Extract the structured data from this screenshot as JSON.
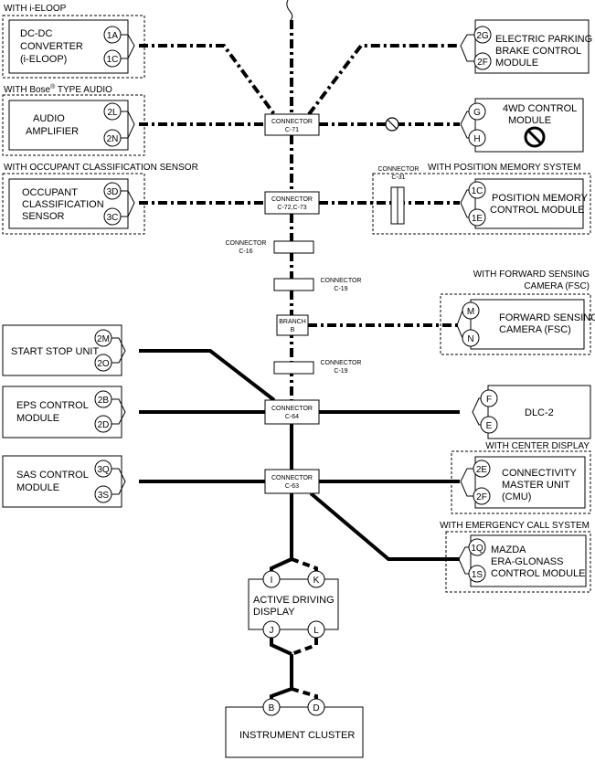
{
  "groups": {
    "ieloop": "WITH i-ELOOP",
    "bose_pre": "WITH Bose",
    "bose_sup": "®",
    "bose_post": " TYPE AUDIO",
    "ocs": "WITH OCCUPANT CLASSIFICATION SENSOR",
    "posmem": "WITH POSITION MEMORY SYSTEM",
    "fsc_1": "WITH FORWARD SENSING",
    "fsc_2": "CAMERA (FSC)",
    "center": "WITH CENTER DISPLAY",
    "era": "WITH EMERGENCY CALL SYSTEM"
  },
  "modules": {
    "dcdc": [
      "DC-DC",
      "CONVERTER",
      "(i-ELOOP)"
    ],
    "epb": [
      "ELECTRIC PARKING",
      "BRAKE CONTROL",
      "MODULE"
    ],
    "audio": [
      "AUDIO",
      "AMPLIFIER"
    ],
    "awd": [
      "4WD CONTROL",
      "MODULE"
    ],
    "ocs": [
      "OCCUPANT",
      "CLASSIFICATION",
      "SENSOR"
    ],
    "pmcm": [
      "POSITION MEMORY",
      "CONTROL MODULE"
    ],
    "fsc": [
      "FORWARD SENSING",
      "CAMERA (FSC)"
    ],
    "ssu": [
      "START STOP UNIT"
    ],
    "eps": [
      "EPS CONTROL",
      "MODULE"
    ],
    "dlc": [
      "DLC-2"
    ],
    "sas": [
      "SAS CONTROL",
      "MODULE"
    ],
    "cmu": [
      "CONNECTIVITY",
      "MASTER UNIT",
      "(CMU)"
    ],
    "era": [
      "MAZDA",
      "ERA-GLONASS",
      "CONTROL MODULE"
    ],
    "add": [
      "ACTIVE DRIVING",
      "DISPLAY"
    ],
    "ic": [
      "INSTRUMENT CLUSTER"
    ]
  },
  "pins": {
    "dcdc_a": "1A",
    "dcdc_b": "1C",
    "epb_a": "2G",
    "epb_b": "2F",
    "audio_a": "2L",
    "audio_b": "2N",
    "awd_a": "G",
    "awd_b": "H",
    "ocs_a": "3D",
    "ocs_b": "3C",
    "pmcm_a": "1C",
    "pmcm_b": "1E",
    "fsc_a": "M",
    "fsc_b": "N",
    "ssu_a": "2M",
    "ssu_b": "2O",
    "eps_a": "2B",
    "eps_b": "2D",
    "dlc_a": "F",
    "dlc_b": "E",
    "sas_a": "3Q",
    "sas_b": "3S",
    "cmu_a": "2E",
    "cmu_b": "2F",
    "era_a": "1Q",
    "era_b": "1S",
    "add_i": "I",
    "add_k": "K",
    "add_j": "J",
    "add_l": "L",
    "ic_b": "B",
    "ic_d": "D"
  },
  "connectors": {
    "c71": [
      "CONNECTOR",
      "C-71"
    ],
    "c72": [
      "CONNECTOR",
      "C-72,C-73"
    ],
    "c31": [
      "CONNECTOR",
      "C-31"
    ],
    "c16": [
      "CONNECTOR",
      "C-16"
    ],
    "c19a": [
      "CONNECTOR",
      "C-19"
    ],
    "branchb": [
      "BRANCH",
      "B"
    ],
    "c19b": [
      "CONNECTOR",
      "C-19"
    ],
    "c64": [
      "CONNECTOR",
      "C-64"
    ],
    "c63": [
      "CONNECTOR",
      "C-63"
    ]
  }
}
